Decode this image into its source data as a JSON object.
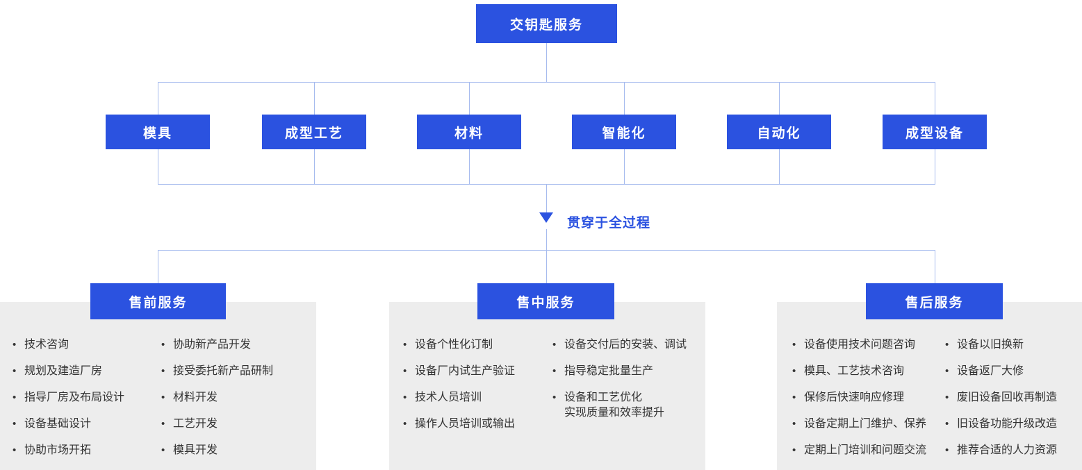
{
  "colors": {
    "primary_blue": "#2b52e0",
    "connector_blue": "#a6bbee",
    "panel_gray": "#ededed",
    "text_dark": "#333333"
  },
  "root_node": {
    "label": "交钥匙服务"
  },
  "branch_nodes": [
    {
      "label": "模具"
    },
    {
      "label": "成型工艺"
    },
    {
      "label": "材料"
    },
    {
      "label": "智能化"
    },
    {
      "label": "自动化"
    },
    {
      "label": "成型设备"
    }
  ],
  "flow_note": {
    "label": "贯穿于全过程"
  },
  "service_sections": [
    {
      "title": "售前服务",
      "columns": [
        {
          "items": [
            "技术咨询",
            "规划及建造厂房",
            "指导厂房及布局设计",
            "设备基础设计",
            "协助市场开拓"
          ]
        },
        {
          "items": [
            "协助新产品开发",
            "接受委托新产品研制",
            "材料开发",
            "工艺开发",
            "模具开发"
          ]
        }
      ]
    },
    {
      "title": "售中服务",
      "columns": [
        {
          "items": [
            "设备个性化订制",
            "设备厂内试生产验证",
            "技术人员培训",
            "操作人员培训或输出"
          ]
        },
        {
          "items": [
            "设备交付后的安装、调试",
            "指导稳定批量生产",
            "设备和工艺优化\n实现质量和效率提升"
          ]
        }
      ]
    },
    {
      "title": "售后服务",
      "columns": [
        {
          "items": [
            "设备使用技术问题咨询",
            "模具、工艺技术咨询",
            "保修后快速响应修理",
            "设备定期上门维护、保养",
            "定期上门培训和问题交流"
          ]
        },
        {
          "items": [
            "设备以旧换新",
            "设备返厂大修",
            "废旧设备回收再制造",
            "旧设备功能升级改造",
            "推荐合适的人力资源"
          ]
        }
      ]
    }
  ]
}
